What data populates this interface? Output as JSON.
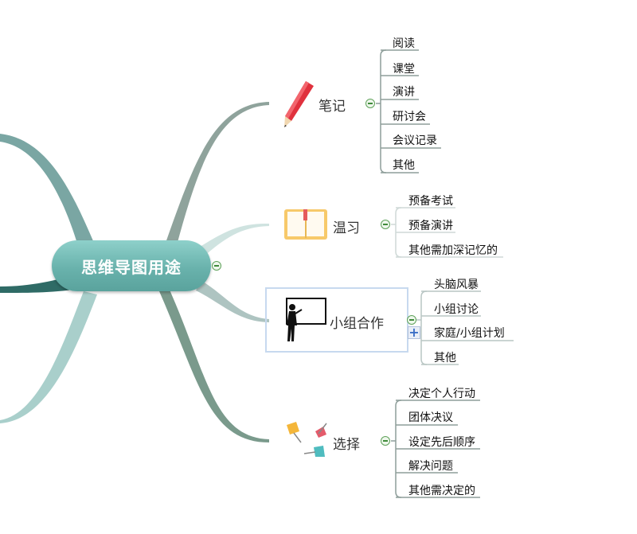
{
  "central": {
    "label": "思维导图用途"
  },
  "topics": [
    {
      "id": "notes",
      "label": "笔记",
      "icon": "pencil-icon",
      "items": [
        "阅读",
        "课堂",
        "演讲",
        "研讨会",
        "会议记录",
        "其他"
      ]
    },
    {
      "id": "review",
      "label": "温习",
      "icon": "book-icon",
      "items": [
        "预备考试",
        "预备演讲",
        "其他需加深记忆的"
      ]
    },
    {
      "id": "group",
      "label": "小组合作",
      "icon": "teacher-board-icon",
      "items": [
        "头脑风暴",
        "小组讨论",
        "家庭/小组计划",
        "其他"
      ]
    },
    {
      "id": "choice",
      "label": "选择",
      "icon": "pushpins-icon",
      "items": [
        "决定个人行动",
        "团体决议",
        "设定先后顺序",
        "解决问题",
        "其他需决定的"
      ]
    }
  ],
  "colors": {
    "central_fill": "#69b2ac",
    "branch_notes": "#8fa39c",
    "branch_review": "#cfe3e0",
    "branch_group": "#aec4c1",
    "branch_choice": "#7a9a8c",
    "leaf_line": "#8e9e9a",
    "collapse_ring": "#5fa25a"
  }
}
